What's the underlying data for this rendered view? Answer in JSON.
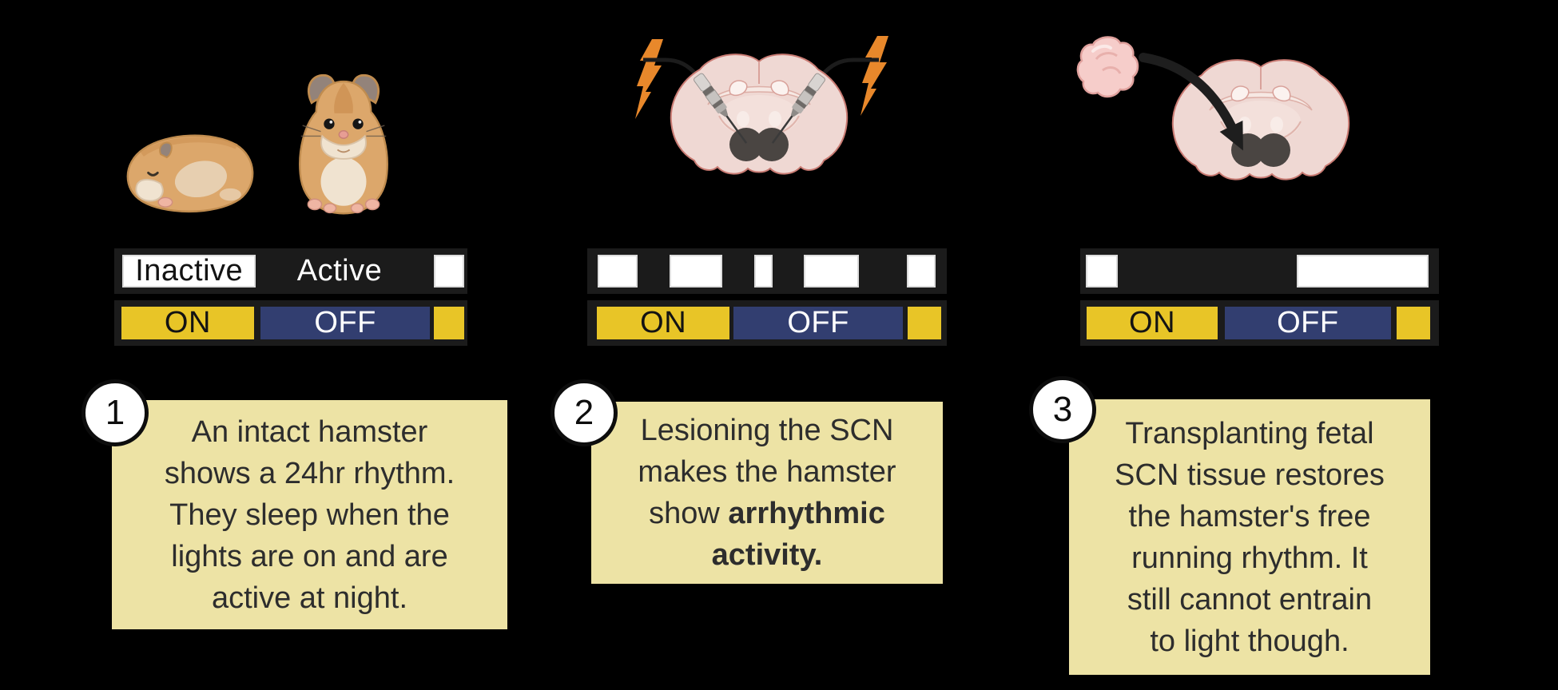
{
  "figure": {
    "background": "#000000",
    "colors": {
      "bar_background": "#1B1B1B",
      "activity_block_white": "#FFFFFF",
      "lights_on_yellow": "#E8C527",
      "lights_off_blue": "#323E70",
      "caption_background": "#EDE3A5",
      "caption_text": "#2D2D2D",
      "lightning_orange": "#E8882B",
      "brain_pink": "#EFD8D3",
      "scn_dark": "#4A4542",
      "tissue_pink": "#F6CDCA"
    },
    "panels": [
      {
        "number": "1",
        "illustrations": [
          "sleeping-hamster",
          "awake-hamster"
        ],
        "caption_runs": [
          {
            "t": "An intact hamster\nshows a 24hr rhythm.\nThey sleep when the\nlights are on and are\nactive at night."
          }
        ],
        "activity_bar": {
          "segments": [
            {
              "cls": "wh",
              "l": "2.3%",
              "w": "37.8%",
              "label": "Inactive",
              "name": "inactive-period-block"
            },
            {
              "cls": "ghost",
              "l": "50.7%",
              "w": "26.2%",
              "label": "Active",
              "name": "active-period-label"
            },
            {
              "cls": "wh",
              "l": "90.5%",
              "w": "8.6%",
              "name": "inactive-period-block"
            }
          ]
        },
        "light_bar": {
          "segments": [
            {
              "cls": "on",
              "l": "2.0%",
              "w": "37.6%",
              "label": "ON",
              "name": "lights-on-block"
            },
            {
              "cls": "off",
              "l": "41.4%",
              "w": "48.0%",
              "label": "OFF",
              "name": "lights-off-block"
            },
            {
              "cls": "on",
              "l": "90.5%",
              "w": "8.6%",
              "name": "lights-on-block"
            }
          ]
        }
      },
      {
        "number": "2",
        "illustrations": [
          "lightning-bolts",
          "brain-coronal-section",
          "lesion-electrodes",
          "scn-nuclei"
        ],
        "caption_runs": [
          {
            "t": "Lesioning the SCN\nmakes the hamster\nshow "
          },
          {
            "t": "arrhythmic\nactivity.",
            "b": true
          }
        ],
        "activity_bar": {
          "segments": [
            {
              "cls": "wh",
              "l": "2.9%",
              "w": "11.1%",
              "name": "activity-block"
            },
            {
              "cls": "wh",
              "l": "22.9%",
              "w": "14.7%",
              "name": "activity-block"
            },
            {
              "cls": "wh",
              "l": "46.4%",
              "w": "5.1%",
              "name": "activity-block"
            },
            {
              "cls": "wh",
              "l": "60.2%",
              "w": "15.3%",
              "name": "activity-block"
            },
            {
              "cls": "wh",
              "l": "88.9%",
              "w": "8.0%",
              "name": "activity-block"
            }
          ]
        },
        "light_bar": {
          "segments": [
            {
              "cls": "on",
              "l": "2.7%",
              "w": "36.9%",
              "label": "ON",
              "name": "lights-on-block"
            },
            {
              "cls": "off",
              "l": "40.7%",
              "w": "47.1%",
              "label": "OFF",
              "name": "lights-off-block"
            },
            {
              "cls": "on",
              "l": "89.1%",
              "w": "9.3%",
              "name": "lights-on-block"
            }
          ]
        }
      },
      {
        "number": "3",
        "illustrations": [
          "fetal-scn-tissue",
          "transplant-arrow",
          "brain-coronal-section",
          "scn-nuclei"
        ],
        "caption_runs": [
          {
            "t": "Transplanting fetal\nSCN tissue restores\nthe hamster's free\nrunning rhythm. It\nstill cannot entrain\nto light though."
          }
        ],
        "activity_bar": {
          "segments": [
            {
              "cls": "wh",
              "l": "1.6%",
              "w": "8.9%",
              "name": "activity-block"
            },
            {
              "cls": "wh",
              "l": "60.4%",
              "w": "36.7%",
              "name": "activity-block"
            }
          ]
        },
        "light_bar": {
          "segments": [
            {
              "cls": "on",
              "l": "1.8%",
              "w": "36.5%",
              "label": "ON",
              "name": "lights-on-block"
            },
            {
              "cls": "off",
              "l": "40.3%",
              "w": "46.3%",
              "label": "OFF",
              "name": "lights-off-block"
            },
            {
              "cls": "on",
              "l": "88.2%",
              "w": "9.4%",
              "name": "lights-on-block"
            }
          ]
        }
      }
    ]
  }
}
